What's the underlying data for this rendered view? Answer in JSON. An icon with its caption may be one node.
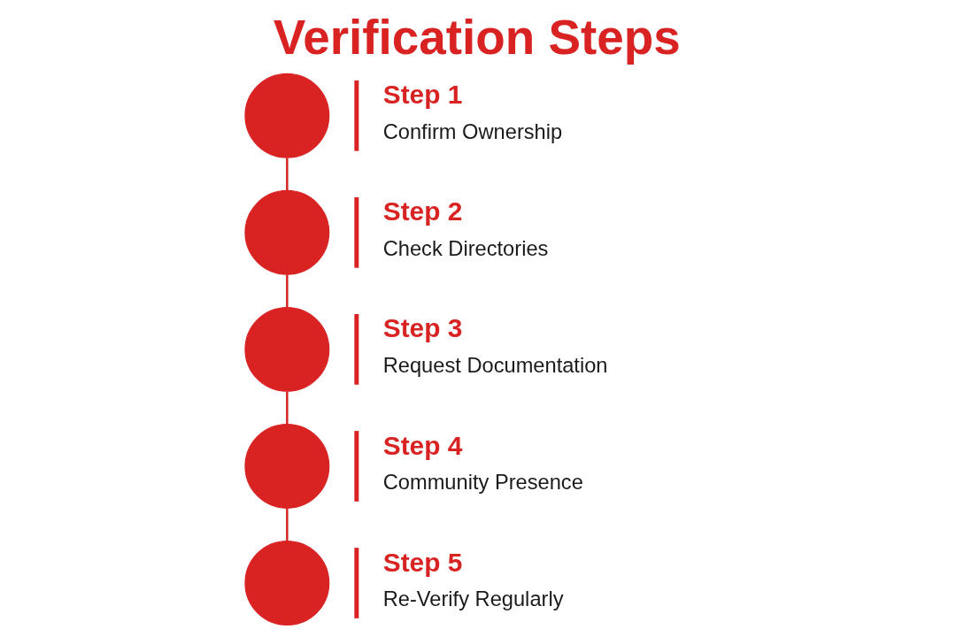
{
  "diagram": {
    "title": "Verification Steps",
    "nodes": [
      {
        "text": [],
        "shape": "circle",
        "beside": [
          "Step 1",
          "Confirm Ownership"
        ]
      },
      {
        "text": [],
        "shape": "circle",
        "beside": [
          "Step 2",
          "Check Directories"
        ]
      },
      {
        "text": [],
        "shape": "circle",
        "beside": [
          "Step 3",
          "Request Documentation"
        ]
      },
      {
        "text": [],
        "shape": "circle",
        "beside": [
          "Step 4",
          "Community Presence"
        ]
      },
      {
        "text": [],
        "shape": "circle",
        "beside": [
          "Step 5",
          "Re-Verify Regularly"
        ]
      }
    ],
    "edges": [
      {
        "from": 0,
        "to": 1,
        "arrow": "none"
      },
      {
        "from": 1,
        "to": 2,
        "arrow": "none"
      },
      {
        "from": 2,
        "to": 3,
        "arrow": "none"
      },
      {
        "from": 3,
        "to": 4,
        "arrow": "none"
      }
    ]
  }
}
